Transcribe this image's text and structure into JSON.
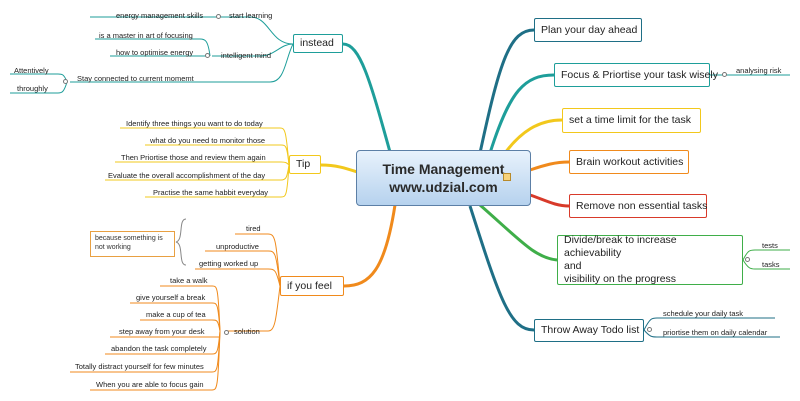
{
  "central": {
    "line1": "Time Management",
    "line2": "www.udzial.com"
  },
  "instead": {
    "label": "instead",
    "start_learning": {
      "label": "start learning",
      "child": "energy management skills"
    },
    "intelligent_mind": {
      "label": "intelligent mind",
      "children": [
        "is a master in art of focusing",
        "how to optimise energy"
      ]
    },
    "stay_connected": {
      "label": "Stay connected to current momemt",
      "children": [
        "Attentively",
        "throughly"
      ]
    }
  },
  "tip": {
    "label": "Tip",
    "items": [
      "Identify three things you want to do today",
      "what do you need to monitor those",
      "Then Priortise those and review them again",
      "Evaluate the overall accomplishment of the day",
      "Practise the same habbit everyday"
    ]
  },
  "if_you_feel": {
    "label": "if you feel",
    "feelings": [
      "tired",
      "unproductive",
      "getting worked up"
    ],
    "note": "because something is not working",
    "solution": {
      "label": "solution",
      "items": [
        "take a walk",
        "give yourself a break",
        "make a cup of tea",
        "step away from your desk",
        "abandon the task completely",
        "Totally distract yourself for few minutes",
        "When you are able to focus gain"
      ]
    }
  },
  "right": {
    "plan": "Plan your day ahead",
    "focus": {
      "label": "Focus & Priortise your task wisely",
      "child": "analysing risk"
    },
    "time_limit": "set a time limit for the task",
    "brain": "Brain workout activities",
    "remove": "Remove non essential tasks",
    "divide": {
      "line1": "Divide/break to increase achievability",
      "line2": "and",
      "line3": "visibility on the progress",
      "children": [
        "tests",
        "tasks"
      ]
    },
    "todo": {
      "label": "Throw Away Todo list",
      "children": [
        "schedule your daily task",
        "priortise them on daily calendar"
      ]
    }
  },
  "colors": {
    "teal": "#1e9e9a",
    "dark_teal": "#1f6f86",
    "yellow": "#f2c81c",
    "orange": "#f08a1c",
    "red": "#d83a2a",
    "green": "#3fae49",
    "central_border": "#5c7fa6"
  }
}
